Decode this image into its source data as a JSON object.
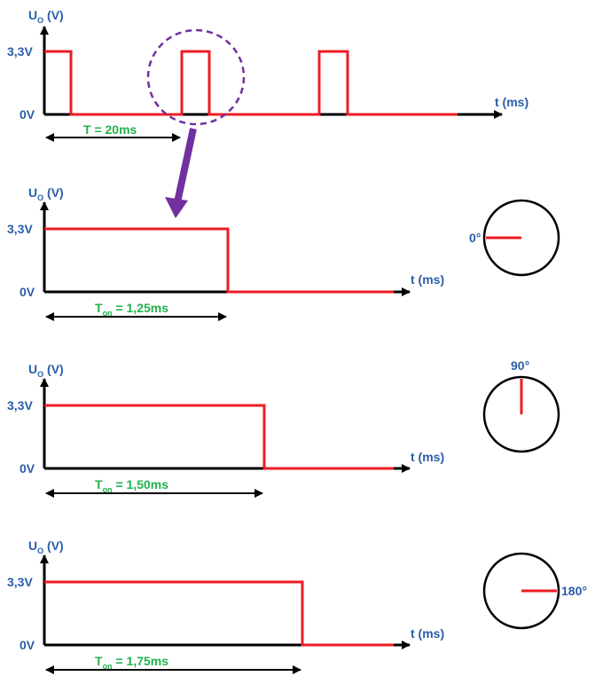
{
  "panels": [
    {
      "y_axis_main": "U",
      "y_axis_sub": "O",
      "y_axis_unit": " (V)",
      "y_high_label": "3,3V",
      "y_zero_label": "0V",
      "x_axis_label": "t (ms)",
      "measure_main": "T = 20ms",
      "measure_sub": "",
      "measure_rest": ""
    },
    {
      "y_axis_main": "U",
      "y_axis_sub": "O",
      "y_axis_unit": " (V)",
      "y_high_label": "3,3V",
      "y_zero_label": "0V",
      "x_axis_label": "t (ms)",
      "measure_main": "T",
      "measure_sub": "on",
      "measure_rest": " = 1,25ms",
      "servo_angle_label": "0°",
      "servo_angle_deg": 0
    },
    {
      "y_axis_main": "U",
      "y_axis_sub": "O",
      "y_axis_unit": " (V)",
      "y_high_label": "3,3V",
      "y_zero_label": "0V",
      "x_axis_label": "t (ms)",
      "measure_main": "T",
      "measure_sub": "on",
      "measure_rest": " = 1,50ms",
      "servo_angle_label": "90°",
      "servo_angle_deg": 90
    },
    {
      "y_axis_main": "U",
      "y_axis_sub": "O",
      "y_axis_unit": " (V)",
      "y_high_label": "3,3V",
      "y_zero_label": "0V",
      "x_axis_label": "t (ms)",
      "measure_main": "T",
      "measure_sub": "on",
      "measure_rest": " = 1,75ms",
      "servo_angle_label": "180°",
      "servo_angle_deg": 180
    }
  ],
  "colors": {
    "signal": "#ee1c24",
    "axis": "#000000",
    "label_blue": "#2a5da8",
    "label_green": "#22b14c",
    "zoom_circle": "#7030a0",
    "zoom_arrow": "#7030a0"
  }
}
